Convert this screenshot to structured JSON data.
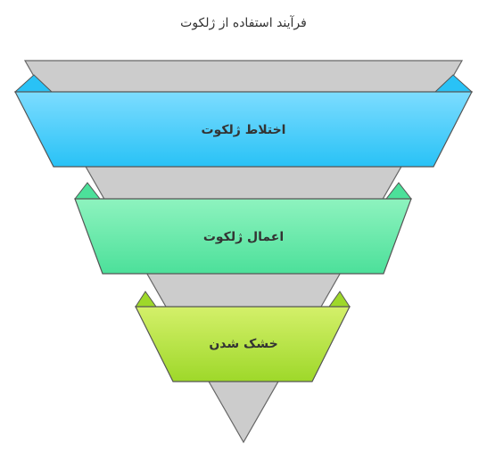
{
  "title": "فرآیند استفاده از ژلکوت",
  "stages": [
    {
      "label": "اختلاط ژلکوت",
      "color": "#29c2f6",
      "color_light": "#7ddcff"
    },
    {
      "label": "اعمال ژلکوت",
      "color": "#4ce09a",
      "color_light": "#8ef3bf"
    },
    {
      "label": "خشک شدن",
      "color": "#9ed82a",
      "color_light": "#d4f06a"
    }
  ],
  "funnel_color": "#cccccc"
}
